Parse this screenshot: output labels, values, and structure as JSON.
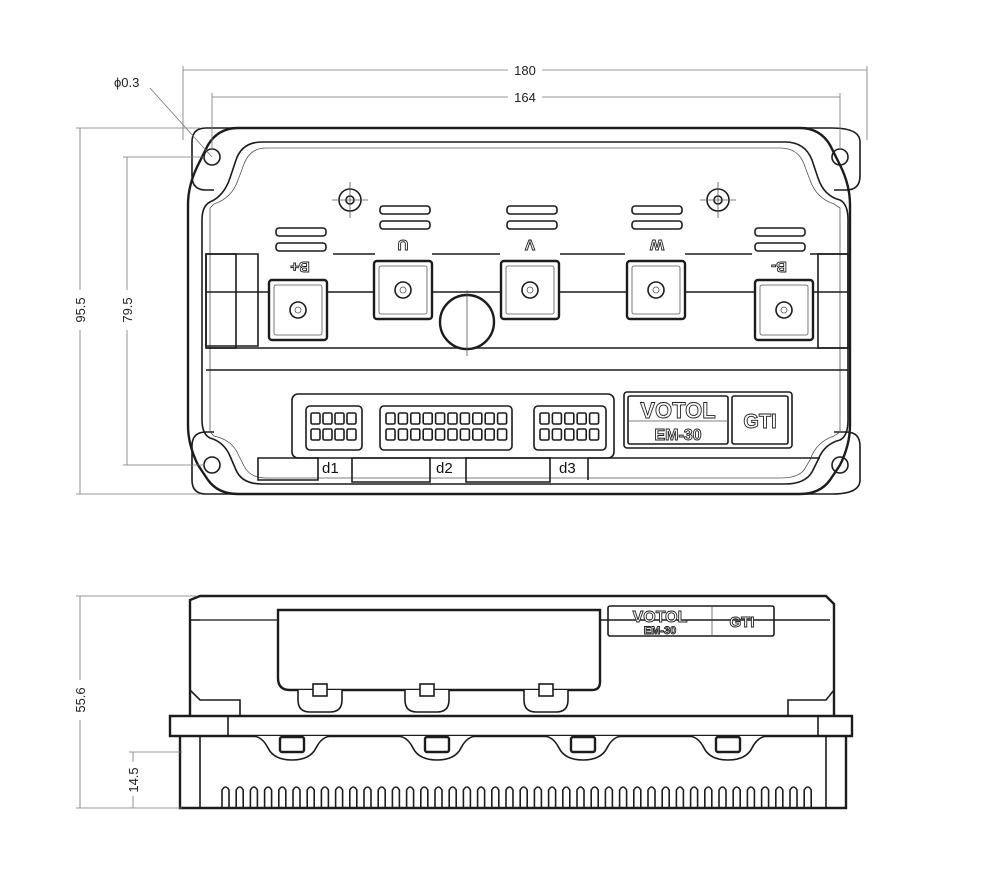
{
  "dimensions": {
    "hole_dia": "ϕ0.3",
    "overall_width": "180",
    "hole_spacing_width": "164",
    "overall_height": "95.5",
    "hole_spacing_height": "79.5",
    "side_height": "55.6",
    "fin_height": "14.5"
  },
  "connectors": [
    "d1",
    "d2",
    "d3"
  ],
  "terminals": [
    "B+",
    "U",
    "V",
    "W",
    "B-"
  ],
  "branding": {
    "brand": "VOTOL",
    "model": "EM-30",
    "series": "GTI",
    "side_brand": "VOTOL",
    "side_model": "EM-30",
    "side_series": "GTI"
  }
}
